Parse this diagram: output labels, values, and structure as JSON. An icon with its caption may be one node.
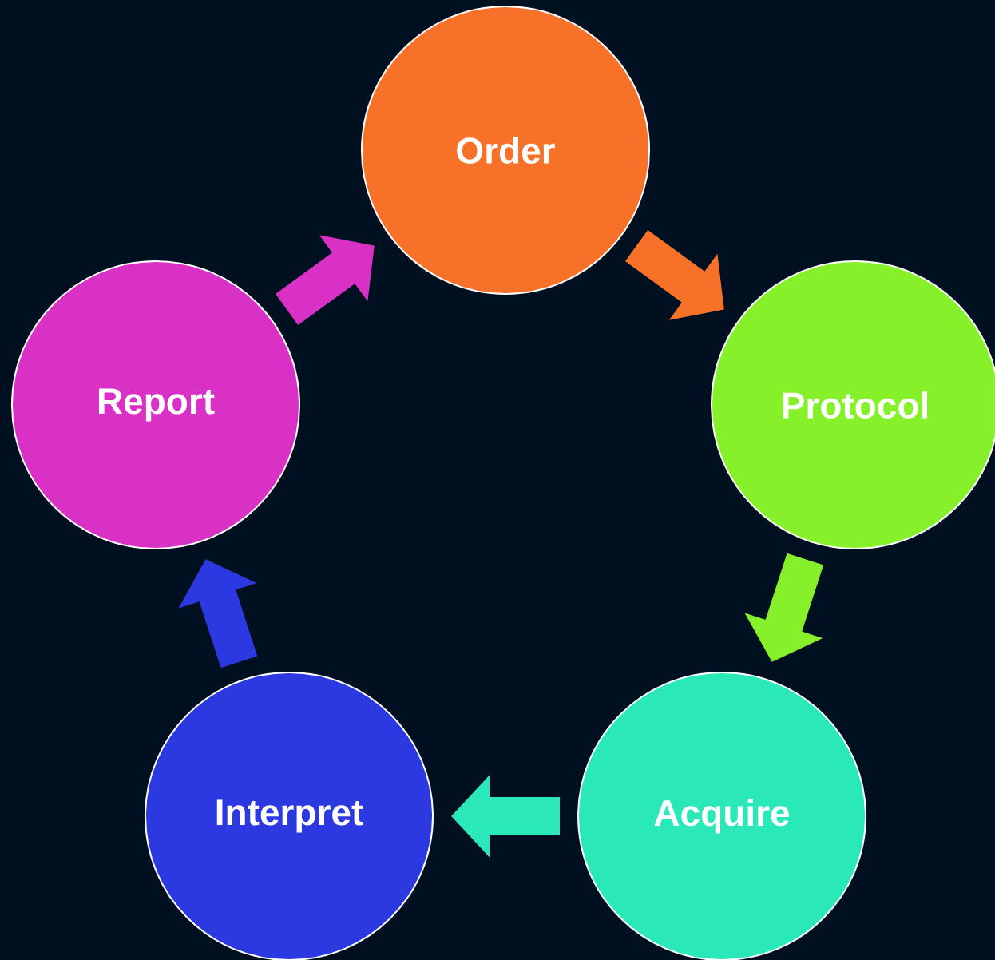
{
  "diagram": {
    "nodes": [
      {
        "text": [
          "Order"
        ]
      },
      {
        "text": [
          "Protocol"
        ]
      },
      {
        "text": [
          "Acquire"
        ]
      },
      {
        "text": [
          "Interpret"
        ]
      },
      {
        "text": [
          "Report"
        ]
      }
    ],
    "edges": [
      {
        "from": 0,
        "to": 1,
        "arrow": "to",
        "color": "#f77228"
      },
      {
        "from": 1,
        "to": 2,
        "arrow": "to",
        "color": "#86f02a"
      },
      {
        "from": 2,
        "to": 3,
        "arrow": "to",
        "color": "#2ae8b8"
      },
      {
        "from": 3,
        "to": 4,
        "arrow": "to",
        "color": "#2d39e0"
      },
      {
        "from": 4,
        "to": 0,
        "arrow": "to",
        "color": "#d931c6"
      }
    ]
  }
}
